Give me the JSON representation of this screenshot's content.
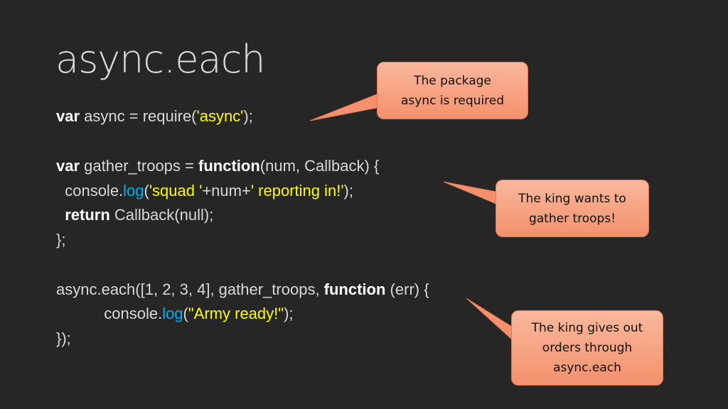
{
  "slide": {
    "title": "async.each",
    "code": {
      "line1": [
        "var",
        " async = require(",
        "'async'",
        ");"
      ],
      "line3": [
        "var",
        " gather_troops = ",
        "function",
        "(num, Callback) {"
      ],
      "line4": [
        "  console.",
        "log",
        "(",
        "'squad '",
        "+num+",
        "' reporting in!'",
        ");"
      ],
      "line5": [
        "  ",
        "return",
        " Callback(null);"
      ],
      "line6": "};",
      "line8": [
        "async.each([1, 2, 3, 4], gather_troops, ",
        "function",
        " (err) {"
      ],
      "line9": [
        "           console.",
        "log",
        "(",
        "\"Army ready!\"",
        ");"
      ],
      "line10": "});"
    },
    "callouts": [
      {
        "lines": [
          "The package",
          "async is required"
        ]
      },
      {
        "lines": [
          "The king wants to",
          "gather troops!"
        ]
      },
      {
        "lines": [
          "The king gives out",
          "orders through",
          "async.each"
        ]
      }
    ],
    "colors": {
      "background": "#262626",
      "text": "#d9d9d9",
      "keyword": "#ffffff",
      "string": "#ffff00",
      "function_call": "#00b0f0",
      "callout_fill": "#f4916c"
    }
  }
}
